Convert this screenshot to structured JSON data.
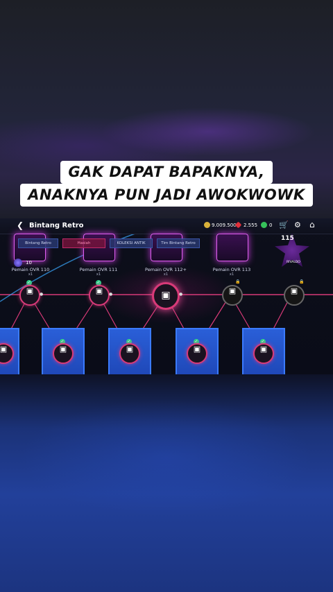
{
  "caption": {
    "line1": "GAK DAPAT BAPAKNYA,",
    "line2": "ANAKNYA PUN JADI AWOKWOWK"
  },
  "header": {
    "back_icon": "chevron-left-icon",
    "title": "Bintang Retro",
    "coins": "9.009.500",
    "gems": "2.555",
    "tokens": "0"
  },
  "tabs": [
    "Bintang Retro",
    "Hasiah",
    "KOLEKSI ANTIK",
    "Tim Bintang Retro"
  ],
  "rewards": [
    {
      "label": "Pemain OVR 110",
      "qty": "x1"
    },
    {
      "label": "Pemain OVR 111",
      "qty": "x1"
    },
    {
      "label": "Pemain OVR 112+",
      "qty": "x1"
    },
    {
      "label": "Pemain OVR 113",
      "qty": "x1"
    }
  ],
  "level_badge": "10",
  "player": {
    "rating": "115",
    "name": "RIVALDO"
  },
  "colors": {
    "accent": "#d83a78",
    "card": "#2a5fd8",
    "check": "#2bd48a"
  }
}
